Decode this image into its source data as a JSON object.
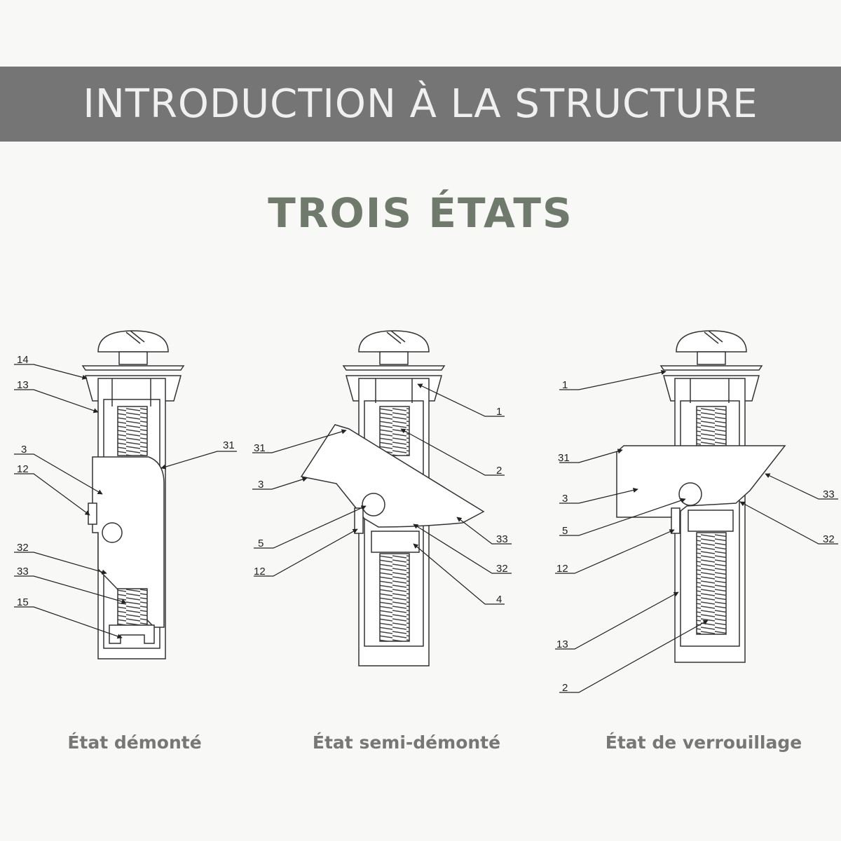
{
  "banner": {
    "title": "INTRODUCTION À LA STRUCTURE",
    "color": "#757575"
  },
  "subtitle": "TROIS ÉTATS",
  "states": [
    {
      "caption": "État démonté",
      "labels": [
        "14",
        "13",
        "3",
        "12",
        "32",
        "33",
        "15",
        "31"
      ]
    },
    {
      "caption": "État semi-démonté",
      "labels": [
        "31",
        "3",
        "5",
        "12",
        "1",
        "2",
        "33",
        "32",
        "4"
      ]
    },
    {
      "caption": "État de verrouillage",
      "labels": [
        "1",
        "31",
        "3",
        "5",
        "12",
        "13",
        "2",
        "33",
        "32"
      ]
    }
  ]
}
